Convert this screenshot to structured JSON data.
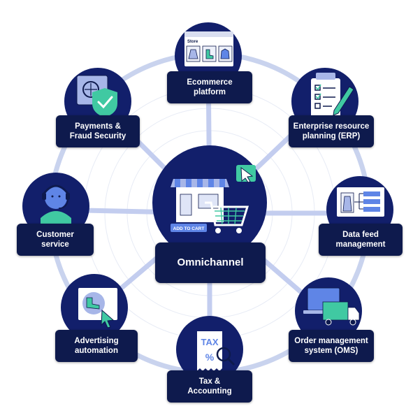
{
  "center": {
    "title": "Omnichannel",
    "button_text": "ADD TO CART"
  },
  "nodes": [
    {
      "id": "ecommerce",
      "label": "Ecommerce\nplatform",
      "screen_title": "Store"
    },
    {
      "id": "erp",
      "label": "Enterprise resource\nplanning (ERP)"
    },
    {
      "id": "data-feed",
      "label": "Data feed\nmanagement"
    },
    {
      "id": "oms",
      "label": "Order management\nsystem (OMS)"
    },
    {
      "id": "tax",
      "label": "Tax &\nAccounting",
      "receipt_text": [
        "TAX",
        "%"
      ]
    },
    {
      "id": "advertising",
      "label": "Advertising\nautomation"
    },
    {
      "id": "customer-service",
      "label": "Customer\nservice"
    },
    {
      "id": "payments",
      "label": "Payments &\nFraud Security"
    }
  ],
  "colors": {
    "navy": "#0e1a4d",
    "circle": "#121f6b",
    "ring": "#c9d3ee",
    "spoke": "#c3cdef",
    "accent_green": "#40c9a2",
    "accent_blue": "#5f85e6",
    "light_blue": "#a7b6e8"
  }
}
